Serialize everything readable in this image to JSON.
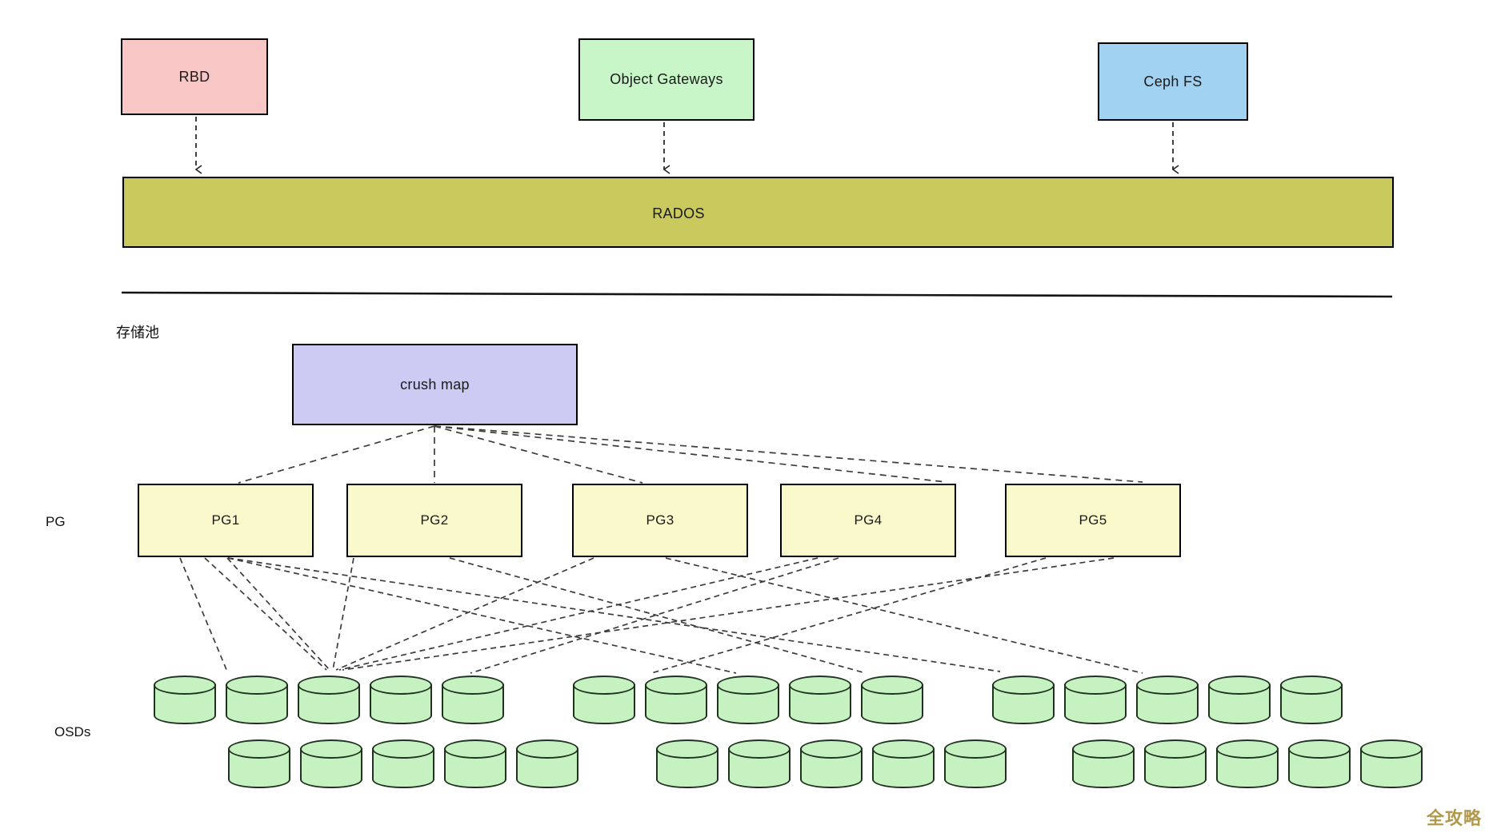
{
  "clients": [
    {
      "id": "rbd",
      "label": "RBD",
      "color": "#f8c7c5"
    },
    {
      "id": "object-gateways",
      "label": "Object Gateways",
      "color": "#c9f6c9"
    },
    {
      "id": "ceph-fs",
      "label": "Ceph FS",
      "color": "#a2d2f2"
    }
  ],
  "rados": {
    "label": "RADOS",
    "color": "#c9c95e"
  },
  "storage_pool_label": "存储池",
  "crush_map": {
    "label": "crush map",
    "color": "#cbcbf3"
  },
  "pg": {
    "row_label": "PG",
    "color": "#f9f9cb",
    "items": [
      "PG1",
      "PG2",
      "PG3",
      "PG4",
      "PG5"
    ]
  },
  "osds": {
    "row_label": "OSDs",
    "color": "#c6f2c2",
    "rows": [
      {
        "groups": [
          5,
          5,
          5
        ]
      },
      {
        "groups": [
          5,
          5,
          5
        ]
      }
    ]
  },
  "watermark": {
    "text": "全攻略",
    "color": "#b2984a"
  },
  "line_color": "#3c3c3c",
  "edges": {
    "separator": [
      152,
      366,
      1740,
      371
    ],
    "client_arrows": [
      [
        245,
        146,
        245,
        212
      ],
      [
        830,
        153,
        830,
        212
      ],
      [
        1466,
        153,
        1466,
        212
      ]
    ],
    "crush_to_pg": [
      [
        543,
        533,
        298,
        604
      ],
      [
        543,
        533,
        543,
        604
      ],
      [
        543,
        533,
        803,
        604
      ],
      [
        543,
        533,
        1183,
        603
      ],
      [
        543,
        533,
        1428,
        603
      ]
    ],
    "pg_to_osd": [
      [
        225,
        698,
        284,
        840
      ],
      [
        256,
        698,
        408,
        838
      ],
      [
        284,
        698,
        412,
        838
      ],
      [
        442,
        698,
        416,
        838
      ],
      [
        742,
        698,
        420,
        838
      ],
      [
        1022,
        698,
        424,
        838
      ],
      [
        1392,
        698,
        428,
        838
      ],
      [
        285,
        698,
        920,
        842
      ],
      [
        285,
        698,
        1250,
        840
      ],
      [
        562,
        698,
        1082,
        842
      ],
      [
        832,
        698,
        1428,
        842
      ],
      [
        1048,
        698,
        588,
        842
      ],
      [
        1307,
        698,
        814,
        842
      ]
    ]
  }
}
